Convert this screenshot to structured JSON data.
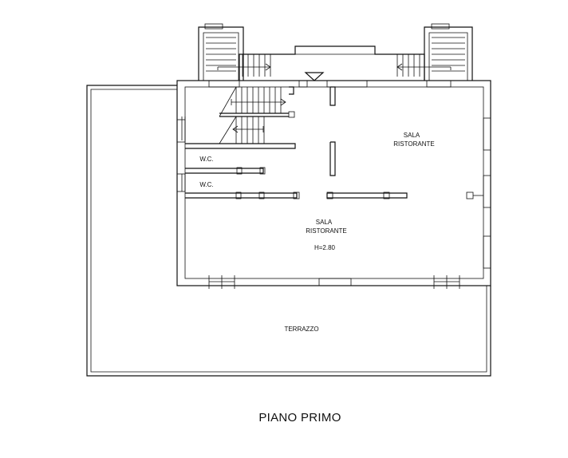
{
  "drawing": {
    "title": "PIANO PRIMO",
    "line_color": "#111111",
    "background": "#ffffff"
  },
  "rooms": {
    "sala_upper": {
      "line1": "SALA",
      "line2": "RISTORANTE"
    },
    "wc_1": {
      "label": "W.C."
    },
    "wc_2": {
      "label": "W.C."
    },
    "sala_lower": {
      "line1": "SALA",
      "line2": "RISTORANTE",
      "height_note": "H=2.80"
    },
    "terrace": {
      "label": "TERRAZZO"
    }
  }
}
